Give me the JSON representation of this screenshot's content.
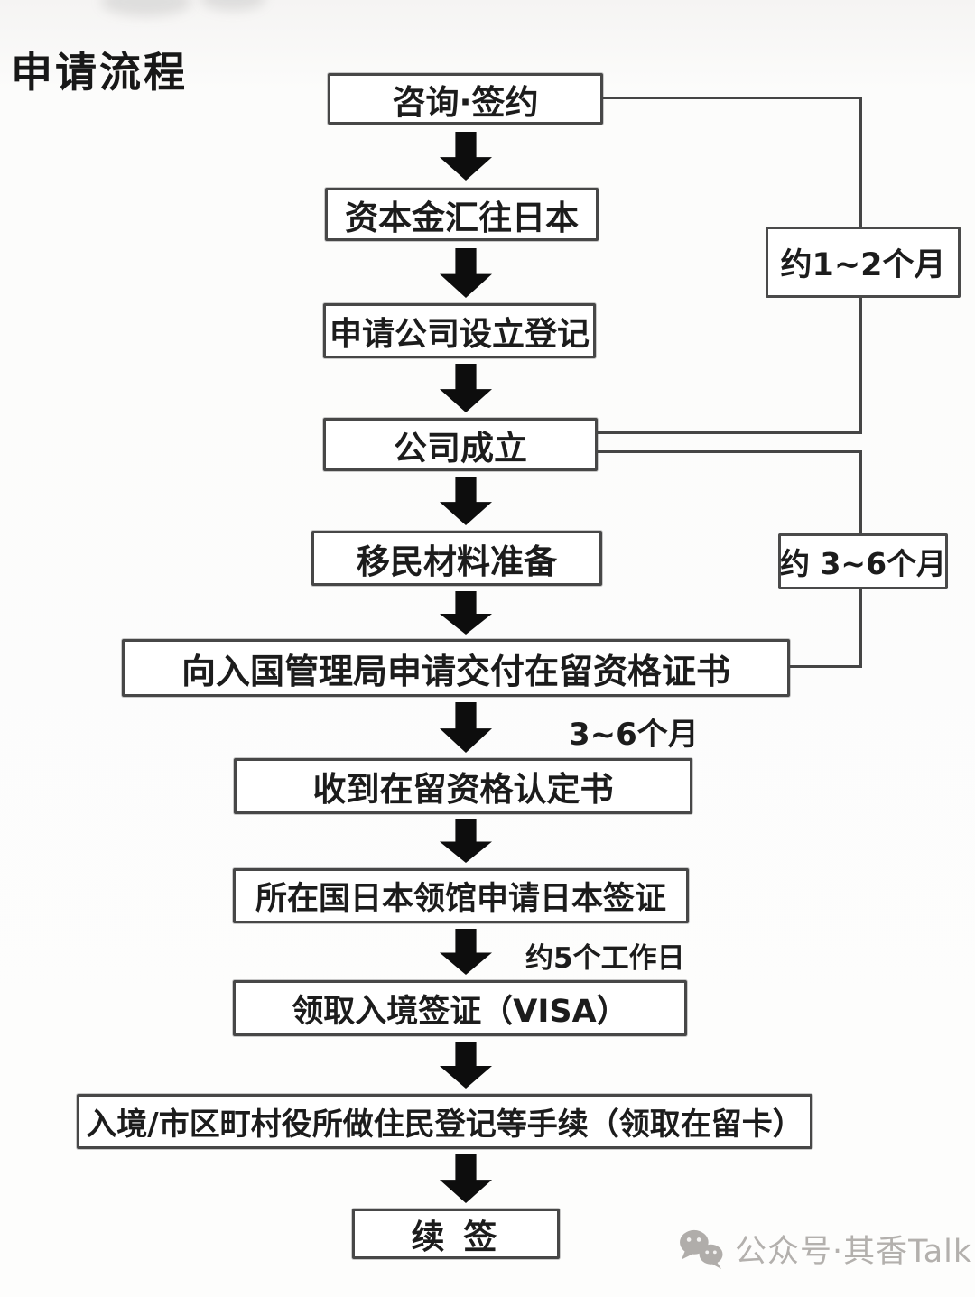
{
  "page": {
    "title": "申请流程"
  },
  "steps": [
    {
      "label": "咨询·签约"
    },
    {
      "label": "资本金汇往日本"
    },
    {
      "label": "申请公司设立登记"
    },
    {
      "label": "公司成立"
    },
    {
      "label": "移民材料准备"
    },
    {
      "label": "向入国管理局申请交付在留资格证书"
    },
    {
      "label": "收到在留资格认定书"
    },
    {
      "label": "所在国日本领馆申请日本签证"
    },
    {
      "label": "领取入境签证（VISA）"
    },
    {
      "label": "入境/市区町村役所做住民登记等手续（领取在留卡）"
    },
    {
      "label": "续 签"
    }
  ],
  "duration_notes": {
    "bracket_1": "约1~2个月",
    "bracket_2": "约 3~6个月",
    "arrow_after_step_6": "3~6个月",
    "arrow_after_step_8": "约5个工作日"
  },
  "watermark": {
    "icon": "wechat-icon",
    "text": "公众号·其香Talk"
  },
  "colors": {
    "box_border": "#474747",
    "arrow": "#0d0d0d",
    "connector": "#454545",
    "watermark_gray": "#b3b0ad",
    "background": "#fcfcfb"
  }
}
